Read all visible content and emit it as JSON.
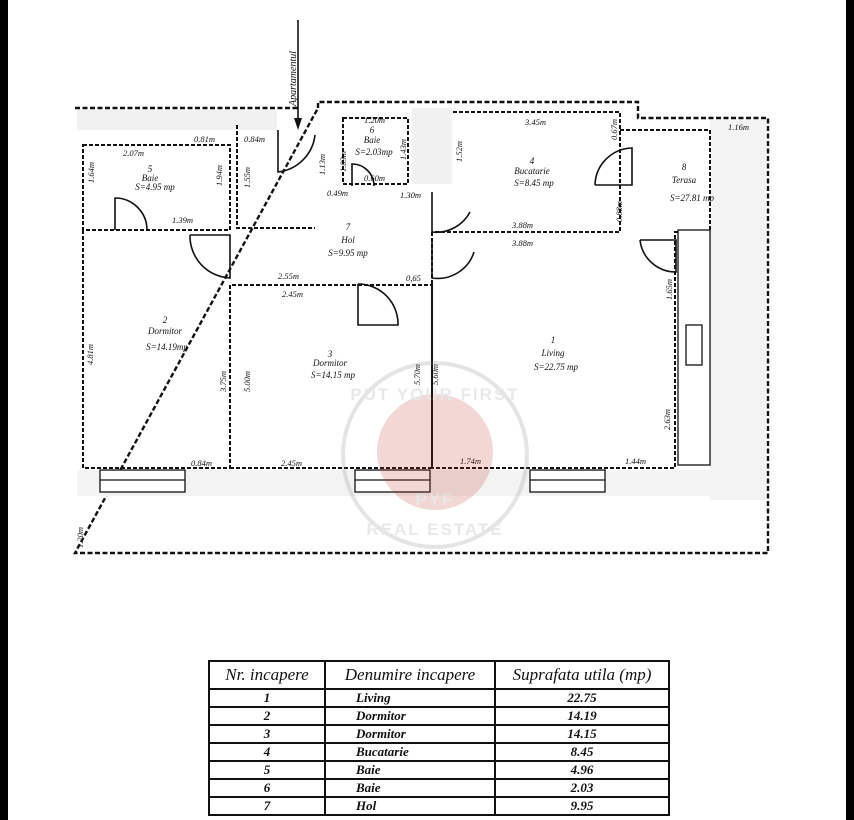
{
  "entrance_label": "Apartamentul",
  "rooms": {
    "r1": {
      "num": "1",
      "name": "Living",
      "area": "S=22.75 mp"
    },
    "r2": {
      "num": "2",
      "name": "Dormitor",
      "area": "S=14.19mp"
    },
    "r3": {
      "num": "3",
      "name": "Dormitor",
      "area": "S=14.15 mp"
    },
    "r4": {
      "num": "4",
      "name": "Bucatarie",
      "area": "S=8.45 mp"
    },
    "r5": {
      "num": "5",
      "name": "Baie",
      "area": "S=4.95 mp"
    },
    "r6": {
      "num": "6",
      "name": "Baie",
      "area": "S=2.03mp"
    },
    "r7": {
      "num": "7",
      "name": "Hol",
      "area": "S=9.95 mp"
    },
    "r8": {
      "num": "8",
      "name": "Terasa",
      "area": "S=27.81 mp"
    }
  },
  "dimensions": {
    "d_207": "2.07m",
    "d_081": "0.81m",
    "d_084": "0.84m",
    "d_164": "1.64m",
    "d_194": "1.94m",
    "d_155": "1.55m",
    "d_139": "1.39m",
    "d_120a": "1.20m",
    "d_113": "1.13m",
    "d_103": "1.03m",
    "d_143": "1.43m",
    "d_060": "0.60m",
    "d_049": "0.49m",
    "d_130": "1.30m",
    "d_345": "3.45m",
    "d_067": "0.67m",
    "d_116": "1.16m",
    "d_152": "1.52m",
    "d_388a": "3.88m",
    "d_388b": "3.88m",
    "d_088": "0.88m",
    "d_255": "2.55m",
    "d_065": "0,65",
    "d_245a": "2.45m",
    "d_165": "1.65m",
    "d_481": "4.81m",
    "d_375": "3.75m",
    "d_500": "5.00m",
    "d_570": "5.70m",
    "d_560": "5.60m",
    "d_263": "2.63m",
    "d_084b": "0.84m",
    "d_245b": "2.45m",
    "d_174": "1.74m",
    "d_144": "1.44m",
    "d_120b": "1.20m"
  },
  "watermark": {
    "top": "PUT YOUR FIRST",
    "bottom": "REAL ESTATE",
    "mono": "PYF"
  },
  "table": {
    "headers": [
      "Nr. incapere",
      "Denumire incapere",
      "Suprafata utila (mp)"
    ],
    "rows": [
      {
        "nr": "1",
        "name": "Living",
        "area": "22.75"
      },
      {
        "nr": "2",
        "name": "Dormitor",
        "area": "14.19"
      },
      {
        "nr": "3",
        "name": "Dormitor",
        "area": "14.15"
      },
      {
        "nr": "4",
        "name": "Bucatarie",
        "area": "8.45"
      },
      {
        "nr": "5",
        "name": "Baie",
        "area": "4.96"
      },
      {
        "nr": "6",
        "name": "Baie",
        "area": "2.03"
      },
      {
        "nr": "7",
        "name": "Hol",
        "area": "9.95"
      }
    ]
  }
}
